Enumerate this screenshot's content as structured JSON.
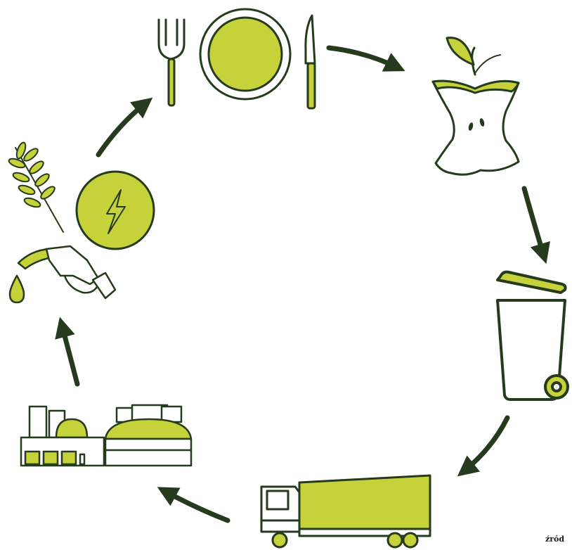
{
  "source_label": "źród",
  "colors": {
    "accent": "#c6d23a",
    "outline": "#263a1d",
    "background": "#ffffff"
  },
  "cycle": [
    {
      "id": "meal",
      "icon": "fork-plate-knife-icon"
    },
    {
      "id": "food-waste",
      "icon": "apple-core-icon"
    },
    {
      "id": "waste-bin",
      "icon": "wheelie-bin-icon"
    },
    {
      "id": "transport",
      "icon": "truck-icon"
    },
    {
      "id": "biogas-plant",
      "icon": "biogas-plant-icon"
    },
    {
      "id": "energy-products",
      "icon": [
        "fuel-nozzle-icon",
        "lightning-icon",
        "wheat-icon"
      ]
    }
  ]
}
